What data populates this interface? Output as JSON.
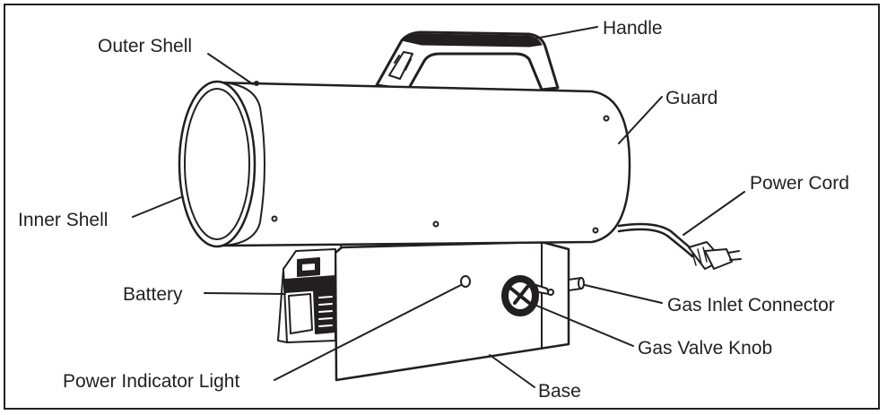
{
  "labels": {
    "outer_shell": "Outer Shell",
    "handle": "Handle",
    "guard": "Guard",
    "power_cord": "Power Cord",
    "inner_shell": "Inner Shell",
    "battery": "Battery",
    "gas_inlet_connector": "Gas Inlet Connector",
    "gas_valve_knob": "Gas Valve Knob",
    "power_indicator_light": "Power Indicator Light",
    "base": "Base"
  },
  "colors": {
    "line": "#231f20",
    "background": "#ffffff"
  }
}
